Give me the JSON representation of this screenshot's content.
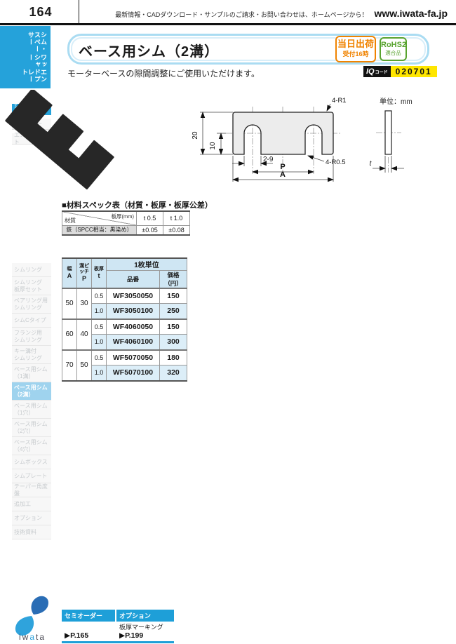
{
  "page": {
    "number": "164",
    "header_note": "最新情報・CADダウンロード・サンプルのご請求・お問い合わせは、ホームページから！",
    "site_url": "www.iwata-fa.jp"
  },
  "sidebar": {
    "tab_lines": [
      "シム・スペーサー",
      "ワッシャー",
      "エンドプレート"
    ],
    "top_items": [
      {
        "label": "シム・スペーサー",
        "active": true
      },
      {
        "label": "ワッシャー",
        "active": false
      },
      {
        "label": "エンドプレート",
        "active": false
      }
    ],
    "items": [
      {
        "label": "シムリング"
      },
      {
        "label": "シムリング\n板厚セット"
      },
      {
        "label": "ベアリング用\nシムリング"
      },
      {
        "label": "シムCタイプ"
      },
      {
        "label": "フランジ用\nシムリング"
      },
      {
        "label": "キー溝付\nシムリング"
      },
      {
        "label": "ベース用シム\n（1溝）"
      },
      {
        "label": "ベース用シム\n（2溝）",
        "active": true
      },
      {
        "label": "ベース用シム\n（1穴）"
      },
      {
        "label": "ベース用シム\n（2穴）"
      },
      {
        "label": "ベース用シム\n（4穴）"
      },
      {
        "label": "シムボックス"
      },
      {
        "label": "シムプレート"
      },
      {
        "label": "テーパー角度盤"
      },
      {
        "label": "追加工"
      },
      {
        "label": "オプション"
      },
      {
        "label": "技術資料"
      }
    ],
    "logo": {
      "pre": "iw",
      "accent": "a",
      "post": "ta"
    }
  },
  "content": {
    "title": "ベース用シム（2溝）",
    "badges": {
      "same_day": {
        "line1": "当日出荷",
        "line2": "受付16時"
      },
      "rohs": {
        "line1": "RoHS2",
        "line2": "適合品"
      }
    },
    "description": "モーターベースの隙間調整にご使用いただけます。",
    "iq": {
      "label": "IQ",
      "label_small": "コード",
      "code": "020701"
    },
    "drawing": {
      "unit_label": "単位：mm",
      "dim_height": "20",
      "dim_slot_depth": "10",
      "dim_slot_width": "2-9",
      "dim_pitch": "P",
      "dim_width": "A",
      "callout_corner": "4-R1",
      "callout_slot": "4-R0.5",
      "dim_thickness": "t"
    },
    "material_table": {
      "title": "■材料スペック表（材質・板厚・板厚公差）",
      "corner_top": "板厚(mm)",
      "corner_bottom": "材質",
      "cols": [
        "t 0.5",
        "t 1.0"
      ],
      "row": {
        "material": "鉄（SPCC相当：黒染め）",
        "values": [
          "±0.05",
          "±0.08"
        ]
      }
    },
    "product_table": {
      "headers": {
        "width_kanji": "幅",
        "width_sym": "A",
        "pitch_kanji": "溝ピッチ",
        "pitch_sym": "P",
        "thickness_kanji": "板厚",
        "thickness_sym": "t",
        "unit_group": "1枚単位",
        "part": "品番",
        "price": "価格（円）"
      },
      "groups": [
        {
          "width": "50",
          "pitch": "30",
          "rows": [
            {
              "t": "0.5",
              "part": "WF3050050",
              "price": "150"
            },
            {
              "t": "1.0",
              "part": "WF3050100",
              "price": "250"
            }
          ]
        },
        {
          "width": "60",
          "pitch": "40",
          "rows": [
            {
              "t": "0.5",
              "part": "WF4060050",
              "price": "150"
            },
            {
              "t": "1.0",
              "part": "WF4060100",
              "price": "300"
            }
          ]
        },
        {
          "width": "70",
          "pitch": "50",
          "rows": [
            {
              "t": "0.5",
              "part": "WF5070050",
              "price": "180"
            },
            {
              "t": "1.0",
              "part": "WF5070100",
              "price": "320"
            }
          ]
        }
      ]
    },
    "footer_links": {
      "semi_order": {
        "title": "セミオーダー",
        "page": "▶P.165"
      },
      "option": {
        "title": "オプション",
        "item": "板厚マーキング",
        "page": "▶P.199"
      }
    }
  },
  "colors": {
    "accent_blue": "#25a2da",
    "highlight_blue": "#9fd3ee",
    "table_header_blue": "#cfe6f3",
    "row_alt_blue": "#dceef8",
    "badge_orange": "#f08300",
    "badge_green": "#58a32f",
    "iq_yellow": "#ffe600"
  }
}
